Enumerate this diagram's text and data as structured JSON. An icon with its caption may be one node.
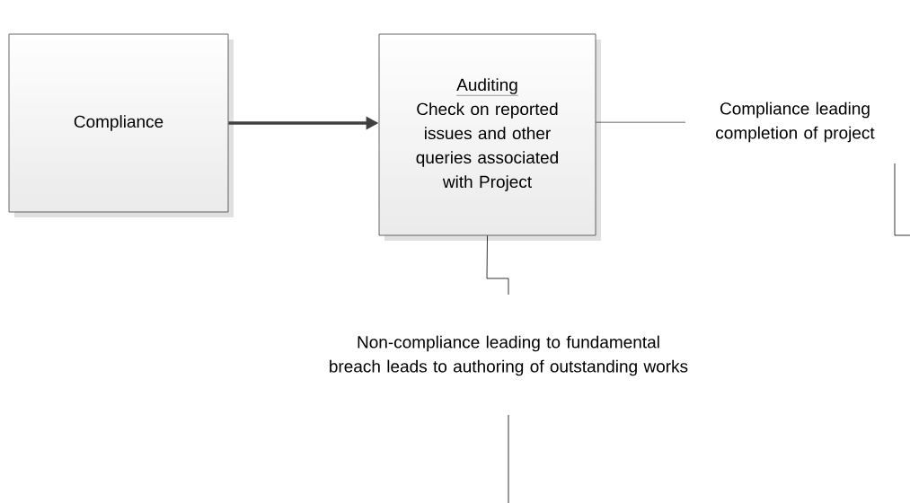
{
  "diagram": {
    "nodes": [
      {
        "text": [
          "Compliance"
        ]
      },
      {
        "text": [
          "Auditing",
          "Check on reported issues and other queries associated with Project"
        ]
      }
    ],
    "edges": [
      {
        "from": 0,
        "to": 1,
        "arrow": "to",
        "style": "thick",
        "color": "#404040"
      },
      {
        "from": 1,
        "to": null,
        "arrow": "none",
        "label": "Compliance leading completion of project"
      },
      {
        "from": 1,
        "to": null,
        "arrow": "none",
        "label": "Non-compliance leading to fundamental breach leads to authoring of outstanding works"
      }
    ]
  }
}
